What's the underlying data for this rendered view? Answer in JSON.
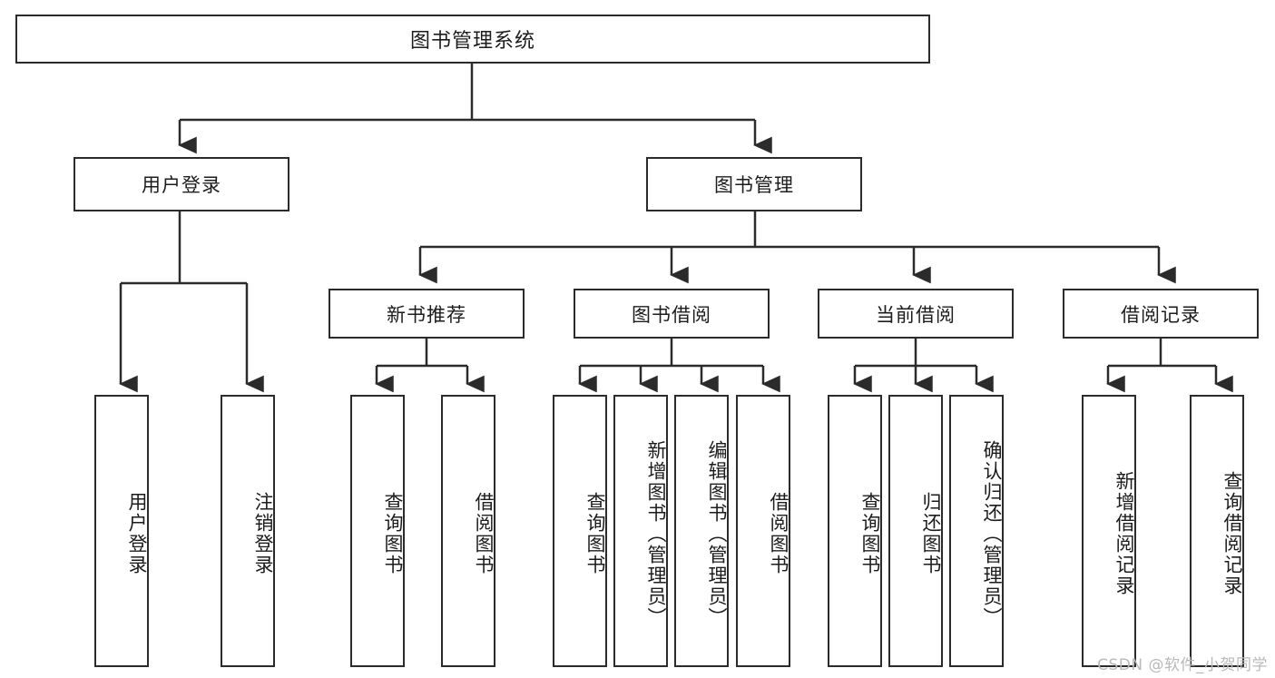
{
  "diagram": {
    "title": "图书管理系统",
    "watermark": "CSDN @软件_小贺同学",
    "colors": {
      "stroke": "#2b2b2b",
      "background": "#ffffff",
      "text": "#1c1c1c",
      "watermark": "#b9b9b9"
    },
    "root": {
      "label": "图书管理系统"
    },
    "level2": [
      {
        "label": "用户登录"
      },
      {
        "label": "图书管理"
      }
    ],
    "level3": [
      {
        "label": "新书推荐"
      },
      {
        "label": "图书借阅"
      },
      {
        "label": "当前借阅"
      },
      {
        "label": "借阅记录"
      }
    ],
    "leaves": {
      "user_login": [
        {
          "label": "用户登录"
        },
        {
          "label": "注销登录"
        }
      ],
      "new_book": [
        {
          "label": "查询图书"
        },
        {
          "label": "借阅图书"
        }
      ],
      "book_borrow": [
        {
          "label": "查询图书"
        },
        {
          "label": "新增图书（管理员）"
        },
        {
          "label": "编辑图书（管理员）"
        },
        {
          "label": "借阅图书"
        }
      ],
      "current_borrow": [
        {
          "label": "查询图书"
        },
        {
          "label": "归还图书"
        },
        {
          "label": "确认归还（管理员）"
        }
      ],
      "borrow_record": [
        {
          "label": "新增借阅记录"
        },
        {
          "label": "查询借阅记录"
        }
      ]
    }
  }
}
